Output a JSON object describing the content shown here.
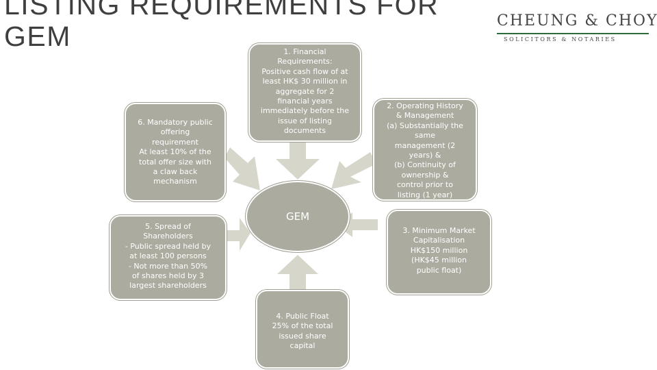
{
  "slide": {
    "title_lines": [
      "LISTING REQUIREMENTS FOR",
      "GEM"
    ]
  },
  "logo": {
    "name": "CHEUNG & CHOY",
    "subtitle": "SOLICITORS & NOTARIES",
    "rule_color": "#2d6b3c"
  },
  "colors": {
    "box_fill": "#ababa0",
    "arrow_fill": "#d6d6cb",
    "text": "#ffffff"
  },
  "diagram": {
    "hub": "GEM",
    "requirements": [
      {
        "lines": [
          "1. Financial",
          "Requirements:",
          "Positive cash flow of at",
          "least HK$ 30 million in",
          "aggregate for 2",
          "financial years",
          "immediately before the",
          "issue of listing",
          "documents"
        ]
      },
      {
        "lines": [
          "2. Operating History",
          "& Management",
          "(a) Substantially the",
          "same",
          "management (2",
          "years) &",
          "(b) Continuity of",
          "ownership &",
          "control prior to",
          "listing (1 year)"
        ]
      },
      {
        "lines": [
          "3. Minimum Market",
          "Capitalisation",
          "HK$150 million",
          "(HK$45 million",
          "public float)"
        ]
      },
      {
        "lines": [
          "4. Public Float",
          "25% of the total",
          "issued share",
          "capital"
        ]
      },
      {
        "lines": [
          "5. Spread of",
          "Shareholders",
          "- Public spread held by",
          "at least 100 persons",
          "- Not more than 50%",
          "of shares held by 3",
          "largest shareholders"
        ]
      },
      {
        "lines": [
          "6. Mandatory public",
          "offering",
          "requirement",
          "At least 10% of the",
          "total offer size with",
          "a claw back",
          "mechanism"
        ]
      }
    ]
  }
}
